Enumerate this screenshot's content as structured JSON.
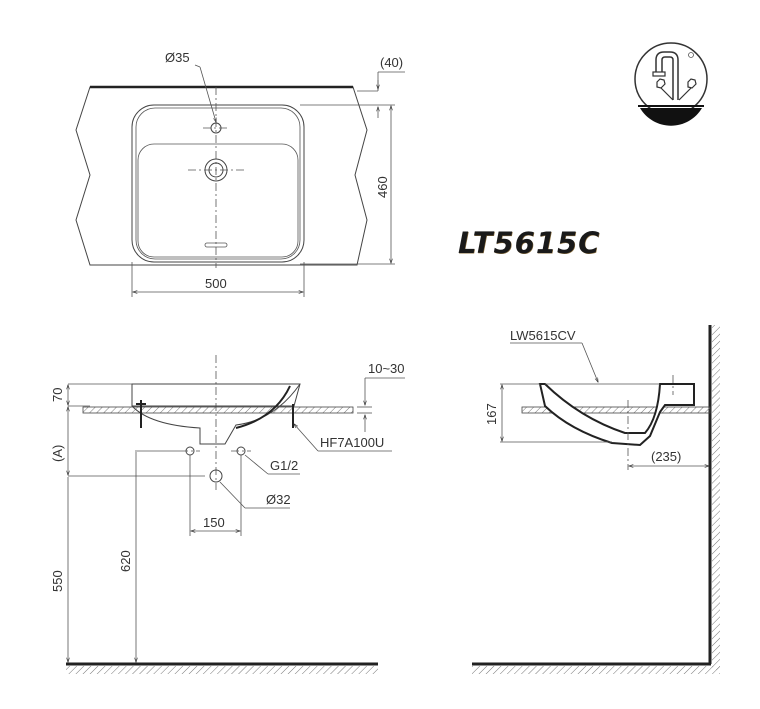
{
  "title": {
    "model_number": "LT5615C"
  },
  "icons": {
    "faucet_hole_symbol": "faucet-one-hole-icon"
  },
  "top_view": {
    "faucet_hole_label": "Ø35",
    "counter_thickness_label": "(40)",
    "depth_label": "460",
    "width_label": "500"
  },
  "front_view": {
    "rim_height_label": "70",
    "counter_range_label": "10~30",
    "clamp_part_label": "HF7A100U",
    "supply_thread_label": "G1/2",
    "drain_label": "Ø32",
    "supply_spacing_label": "150",
    "a_label": "(A)",
    "supply_height_label": "550",
    "drain_height_label": "620"
  },
  "side_view": {
    "basin_part_label": "LW5615CV",
    "basin_height_label": "167",
    "wall_distance_label": "(235)"
  }
}
